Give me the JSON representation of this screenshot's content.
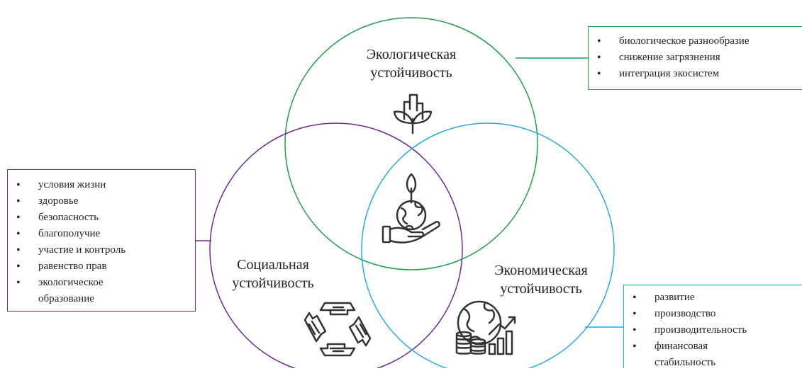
{
  "circles": {
    "ecological": {
      "label_line1": "Экологическая",
      "label_line2": "устойчивость",
      "color": "#1f9e4a",
      "icon": "plant-building-icon",
      "items": [
        "биологическое разнообразие",
        "снижение загрязнения",
        "интеграция экосистем"
      ]
    },
    "social": {
      "label_line1": "Социальная",
      "label_line2": "устойчивость",
      "color": "#6a2a8c",
      "icon": "hands-cycle-icon",
      "items": [
        "условия жизни",
        "здоровье",
        "безопасность",
        "благополучие",
        "участие и контроль",
        "равенство прав",
        "экологическое",
        "образование"
      ]
    },
    "economic": {
      "label_line1": "Экономическая",
      "label_line2": "устойчивость",
      "color": "#29a9d8",
      "icon": "globe-coins-growth-icon",
      "items": [
        "развитие",
        "производство",
        "производительность",
        "финансовая",
        "стабильность"
      ]
    }
  },
  "center_icon": "hand-globe-sprout-icon",
  "line_color": "#333333"
}
